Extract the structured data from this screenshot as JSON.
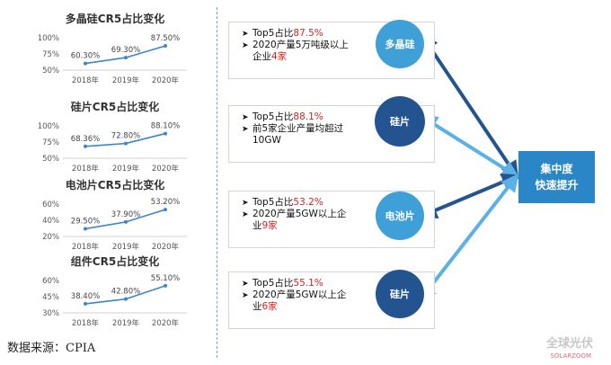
{
  "chart_data": [
    {
      "type": "line",
      "title": "多晶硅CR5占比变化",
      "categories": [
        "2018年",
        "2019年",
        "2020年"
      ],
      "values": [
        60.3,
        69.3,
        87.5
      ],
      "data_labels": [
        "60.30%",
        "69.30%",
        "87.50%"
      ],
      "yticks": [
        "100%",
        "75%",
        "50%"
      ],
      "ylim": [
        50,
        100
      ]
    },
    {
      "type": "line",
      "title": "硅片CR5占比变化",
      "categories": [
        "2018年",
        "2019年",
        "2020年"
      ],
      "values": [
        68.36,
        72.8,
        88.1
      ],
      "data_labels": [
        "68.36%",
        "72.80%",
        "88.10%"
      ],
      "yticks": [
        "100%",
        "75%",
        "50%"
      ],
      "ylim": [
        50,
        100
      ]
    },
    {
      "type": "line",
      "title": "电池片CR5占比变化",
      "categories": [
        "2018年",
        "2019年",
        "2020年"
      ],
      "values": [
        29.5,
        37.9,
        53.2
      ],
      "data_labels": [
        "29.50%",
        "37.90%",
        "53.20%"
      ],
      "yticks": [
        "60%",
        "40%",
        "20%"
      ],
      "ylim": [
        20,
        60
      ]
    },
    {
      "type": "line",
      "title": "组件CR5占比变化",
      "categories": [
        "2018年",
        "2019年",
        "2020年"
      ],
      "values": [
        38.4,
        42.8,
        55.1
      ],
      "data_labels": [
        "38.40%",
        "42.80%",
        "55.10%"
      ],
      "yticks": [
        "60%",
        "45%",
        "30%"
      ],
      "ylim": [
        30,
        60
      ]
    }
  ],
  "source_label": "数据来源：CPIA",
  "panels": [
    {
      "lines": [
        {
          "pre": "Top5占比",
          "red": "87.5%",
          "post": ""
        },
        {
          "pre": "2020产量5万吨级以上",
          "red": "",
          "post": ""
        },
        {
          "pre": "企业",
          "red": "4家",
          "post": ""
        }
      ],
      "circle": "多晶硅"
    },
    {
      "lines": [
        {
          "pre": "Top5占比",
          "red": "88.1%",
          "post": ""
        },
        {
          "pre": "前5家企业产量均超过",
          "red": "",
          "post": ""
        },
        {
          "pre": "10GW",
          "red": "",
          "post": ""
        }
      ],
      "circle": "硅片"
    },
    {
      "lines": [
        {
          "pre": "Top5占比",
          "red": "53.2%",
          "post": ""
        },
        {
          "pre": "2020产量5GW以上企",
          "red": "",
          "post": ""
        },
        {
          "pre": "业",
          "red": "9家",
          "post": ""
        }
      ],
      "circle": "电池片"
    },
    {
      "lines": [
        {
          "pre": "Top5占比",
          "red": "55.1%",
          "post": ""
        },
        {
          "pre": "2020产量5GW以上企",
          "red": "",
          "post": ""
        },
        {
          "pre": "业",
          "red": "6家",
          "post": ""
        }
      ],
      "circle": "硅片"
    }
  ],
  "final": {
    "line1": "集中度",
    "line2": "快速提升"
  },
  "watermark": "全球光伏",
  "watermark_sub": "SOLARZOOM",
  "colors": {
    "series": "#3a86c8",
    "circle1": "#3fa0d8",
    "circle2": "#24548f",
    "box": "#2a86c6",
    "arrow_dark": "#24548f",
    "arrow_light": "#5bb0e6",
    "highlight": "#e02020"
  }
}
